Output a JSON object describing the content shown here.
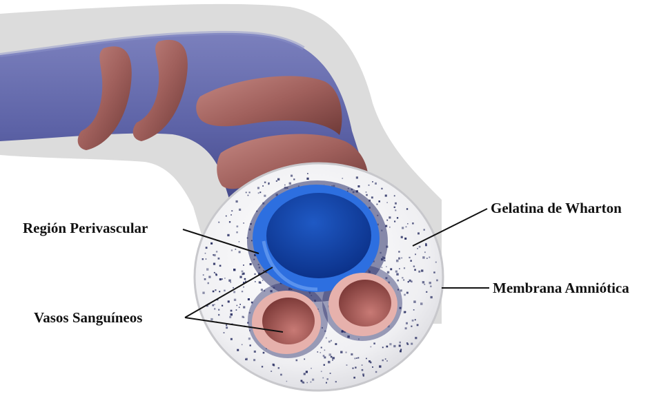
{
  "labels": {
    "perivascular": "Región Perivascular",
    "wharton": "Gelatina de Wharton",
    "vasos": "Vasos Sanguíneos",
    "amnion": "Membrana Amniótica"
  },
  "colors": {
    "cord": "#5c62a6",
    "cord_dark": "#3d4080",
    "spiral": "#9a5a57",
    "vein": "#1f5fd0",
    "artery": "#b3605c",
    "jelly": "#f1f1f4",
    "cells": "#23295e",
    "halo": "#d3d3d3"
  }
}
